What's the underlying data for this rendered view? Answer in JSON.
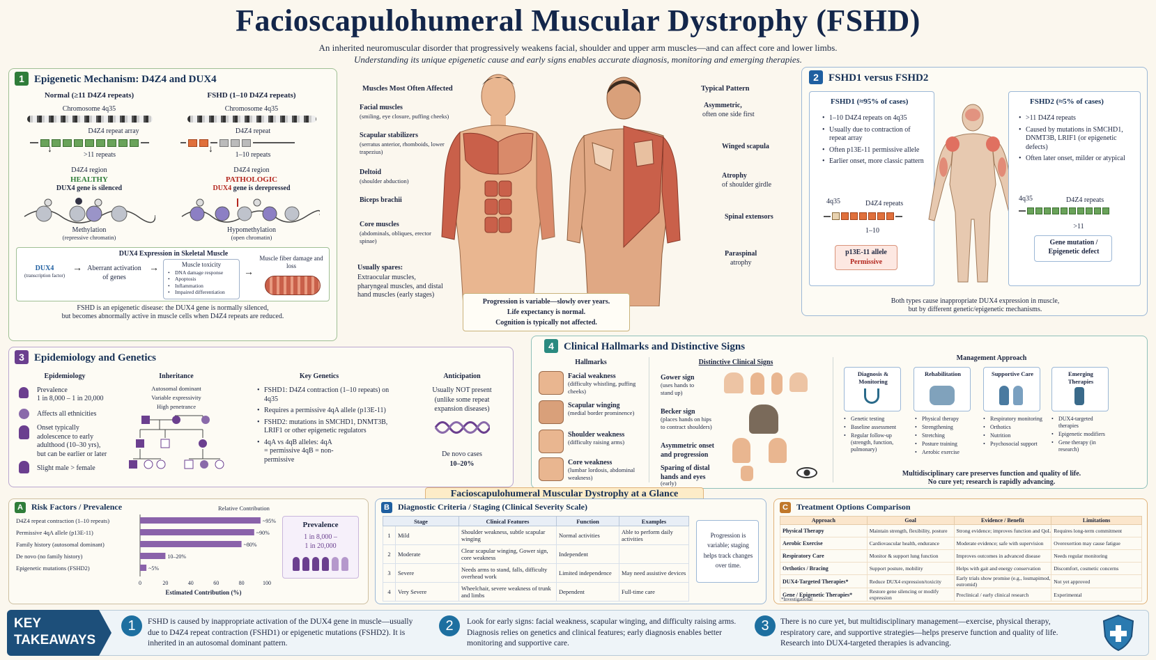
{
  "header": {
    "title": "Facioscapulohumeral Muscular Dystrophy (FSHD)",
    "subtitle_line1": "An inherited neuromuscular disorder that progressively weakens facial, shoulder and upper arm muscles—and can affect core and lower limbs.",
    "subtitle_line2": "Understanding its unique epigenetic cause and early signs enables accurate diagnosis, monitoring and emerging therapies."
  },
  "s1": {
    "num": "1",
    "title": "Epigenetic Mechanism: D4Z4 and DUX4",
    "normal": {
      "head": "Normal (≥11 D4Z4 repeats)",
      "chrom": "Chromosome 4q35",
      "array": "D4Z4 repeat array",
      "count": ">11 repeats",
      "region": "D4Z4 region",
      "state": "HEALTHY",
      "gene": "DUX4 gene is silenced",
      "meth": "Methylation",
      "meth_sub": "(repressive chromatin)"
    },
    "fshd": {
      "head": "FSHD (1–10 D4Z4 repeats)",
      "chrom": "Chromosome 4q35",
      "array": "D4Z4 repeat",
      "count": "1–10 repeats",
      "region": "D4Z4 region",
      "state": "PATHOLOGIC",
      "gene_a": "DUX4",
      "gene_b": " gene is derepressed",
      "meth": "Hypomethylation",
      "meth_sub": "(open chromatin)"
    },
    "expr": {
      "title": "DUX4 Expression in Skeletal Muscle",
      "dux4": "DUX4",
      "dux4_sub": "(transcription factor)",
      "aberrant": "Aberrant activation of genes",
      "tox": "Muscle toxicity",
      "tox_items": [
        "DNA damage response",
        "Apoptosis",
        "Inflammation",
        "Impaired differentiation"
      ],
      "fiber": "Muscle fiber damage and loss"
    },
    "note1": "FSHD is an epigenetic disease: the DUX4 gene is normally silenced,",
    "note2": "but becomes abnormally active in muscle cells when D4Z4 repeats are reduced."
  },
  "muscles": {
    "left_title": "Muscles Most Often Affected",
    "items": [
      {
        "name": "Facial muscles",
        "desc": "(smiling, eye closure, puffing cheeks)"
      },
      {
        "name": "Scapular stabilizers",
        "desc": "(serratus anterior, rhomboids, lower trapezius)"
      },
      {
        "name": "Deltoid",
        "desc": "(shoulder abduction)"
      },
      {
        "name": "Biceps brachii",
        "desc": ""
      },
      {
        "name": "Core muscles",
        "desc": "(abdominals, obliques, erector spinae)"
      }
    ],
    "spares": "Usually spares:",
    "spares_desc": "Extraocular muscles, pharyngeal muscles, and distal hand muscles (early stages)",
    "right_title": "Typical Pattern",
    "right_items": [
      {
        "name": "Asymmetric,",
        "desc": "often one side first"
      },
      {
        "name": "Winged scapula",
        "desc": ""
      },
      {
        "name": "Atrophy",
        "desc": "of shoulder girdle"
      },
      {
        "name": "Spinal extensors",
        "desc": ""
      },
      {
        "name": "Paraspinal",
        "desc": "atrophy"
      }
    ],
    "prog1": "Progression is variable—slowly over years.",
    "prog2": "Life expectancy is normal.",
    "prog3": "Cognition is typically not affected."
  },
  "s2": {
    "num": "2",
    "title": "FSHD1 versus FSHD2",
    "f1": {
      "head": "FSHD1 (≈95% of cases)",
      "items": [
        "1–10 D4Z4 repeats on 4q35",
        "Usually due to contraction of repeat array",
        "Often p13E-11 permissive allele",
        "Earlier onset, more classic pattern"
      ],
      "loc": "4q35",
      "rep": "D4Z4 repeats",
      "cnt": "1–10",
      "allele": "p13E-11 allele",
      "perm": "Permissive"
    },
    "f2": {
      "head": "FSHD2 (≈5% of cases)",
      "items": [
        ">11 D4Z4 repeats",
        "Caused by mutations in SMCHD1, DNMT3B, LRIF1 (or epigenetic defects)",
        "Often later onset, milder or atypical"
      ],
      "loc": "4q35",
      "rep": "D4Z4 repeats",
      "cnt": ">11",
      "defect": "Gene mutation / Epigenetic defect"
    },
    "note1": "Both types cause inappropriate DUX4 expression in muscle,",
    "note2": "but by different genetic/epigenetic mechanisms."
  },
  "s3": {
    "num": "3",
    "title": "Epidemiology and Genetics",
    "epi": {
      "head": "Epidemiology",
      "prev": "Prevalence",
      "prev_val": "1 in 8,000 – 1 in 20,000",
      "eth": "Affects all ethnicities",
      "onset": "Onset typically adolescence to early adulthood (10–30 yrs), but can be earlier or later",
      "sex": "Slight male > female"
    },
    "inh": {
      "head": "Inheritance",
      "l1": "Autosomal dominant",
      "l2": "Variable expressivity",
      "l3": "High penetrance"
    },
    "gen": {
      "head": "Key Genetics",
      "items": [
        "FSHD1: D4Z4 contraction (1–10 repeats) on 4q35",
        "Requires a permissive 4qA allele (p13E-11)",
        "FSHD2: mutations in SMCHD1, DNMT3B, LRIF1 or other epigenetic regulators",
        "4qA vs 4qB alleles: 4qA = permissive 4qB = non-permissive"
      ]
    },
    "ant": {
      "head": "Anticipation",
      "l1": "Usually NOT present",
      "l2": "(unlike some repeat expansion diseases)",
      "dn": "De novo cases",
      "dn_val": "10–20%"
    }
  },
  "s4": {
    "num": "4",
    "title": "Clinical Hallmarks and Distinctive Signs",
    "hall_head": "Hallmarks",
    "hallmarks": [
      {
        "name": "Facial weakness",
        "desc": "(difficulty whistling, puffing cheeks)"
      },
      {
        "name": "Scapular winging",
        "desc": "(medial border prominence)"
      },
      {
        "name": "Shoulder weakness",
        "desc": "(difficulty raising arms)"
      },
      {
        "name": "Core weakness",
        "desc": "(lumbar lordosis, abdominal weakness)"
      }
    ],
    "sign_head": "Distinctive Clinical Signs",
    "signs": [
      {
        "name": "Gower sign",
        "desc": "(uses hands to stand up)"
      },
      {
        "name": "Becker sign",
        "desc": "(places hands on hips to contract shoulders)"
      },
      {
        "name": "Asymmetric onset and progression",
        "desc": ""
      },
      {
        "name": "Sparing of distal hands and eyes",
        "desc": "(early)"
      }
    ],
    "mgmt_head": "Management Approach",
    "mgmt": [
      {
        "name": "Diagnosis & Monitoring",
        "items": [
          "Genetic testing",
          "Baseline assessment",
          "Regular follow-up (strength, function, pulmonary)"
        ]
      },
      {
        "name": "Rehabilitation",
        "items": [
          "Physical therapy",
          "Strengthening",
          "Stretching",
          "Posture training",
          "Aerobic exercise"
        ]
      },
      {
        "name": "Supportive Care",
        "items": [
          "Respiratory monitoring",
          "Orthotics",
          "Nutrition",
          "Psychosocial support"
        ]
      },
      {
        "name": "Emerging Therapies",
        "items": [
          "DUX4-targeted therapies",
          "Epigenetic modifiers",
          "Gene therapy (in research)"
        ]
      }
    ],
    "note1": "Multidisciplinary care preserves function and quality of life.",
    "note2": "No cure yet; research is rapidly advancing."
  },
  "glance": "Facioscapulohumeral Muscular Dystrophy at a Glance",
  "sA": {
    "letter": "A",
    "title": "Risk Factors / Prevalence",
    "rel": "Relative Contribution",
    "xlabel": "Estimated Contribution (%)",
    "prev_head": "Prevalence",
    "prev_val1": "1 in 8,000 –",
    "prev_val2": "1 in 20,000"
  },
  "chart_data": {
    "type": "bar",
    "title": "Risk Factors / Prevalence",
    "xlabel": "Estimated Contribution (%)",
    "categories": [
      "D4Z4 repeat contraction (1–10 repeats)",
      "Permissive 4qA allele (p13E-11)",
      "Family history (autosomal dominant)",
      "De novo (no family history)",
      "Epigenetic mutations (FSHD2)"
    ],
    "values": [
      95,
      90,
      80,
      20,
      5
    ],
    "value_labels": [
      "~95%",
      "~90%",
      "~80%",
      "10–20%",
      "~5%"
    ],
    "xlim": [
      0,
      100
    ],
    "ticks": [
      "0",
      "20",
      "40",
      "60",
      "80",
      "100"
    ]
  },
  "sB": {
    "letter": "B",
    "title": "Diagnostic Criteria / Staging (Clinical Severity Scale)",
    "headers": [
      "Stage",
      "Clinical Features",
      "Function",
      "Examples"
    ],
    "rows": [
      [
        "1",
        "Mild",
        "Shoulder weakness, subtle scapular winging",
        "Normal activities",
        "Able to perform daily activities"
      ],
      [
        "2",
        "Moderate",
        "Clear scapular winging, Gower sign, core weakness",
        "Independent",
        ""
      ],
      [
        "3",
        "Severe",
        "Needs arms to stand, falls, difficulty overhead work",
        "Limited independence",
        "May need assistive devices"
      ],
      [
        "4",
        "Very Severe",
        "Wheelchair, severe weakness of trunk and limbs",
        "Dependent",
        "Full-time care"
      ]
    ],
    "side": "Progression is variable; staging helps track changes over time."
  },
  "sC": {
    "letter": "C",
    "title": "Treatment Options Comparison",
    "headers": [
      "Approach",
      "Goal",
      "Evidence / Benefit",
      "Limitations"
    ],
    "rows": [
      [
        "Physical Therapy",
        "Maintain strength, flexibility, posture",
        "Strong evidence; improves function and QoL",
        "Requires long-term commitment"
      ],
      [
        "Aerobic Exercise",
        "Cardiovascular health, endurance",
        "Moderate evidence; safe with supervision",
        "Overexertion may cause fatigue"
      ],
      [
        "Respiratory Care",
        "Monitor & support lung function",
        "Improves outcomes in advanced disease",
        "Needs regular monitoring"
      ],
      [
        "Orthotics / Bracing",
        "Support posture, mobility",
        "Helps with gait and energy conservation",
        "Discomfort, cosmetic concerns"
      ],
      [
        "DUX4-Targeted Therapies*",
        "Reduce DUX4 expression/toxicity",
        "Early trials show promise (e.g., losmapimod, eutromid)",
        "Not yet approved"
      ],
      [
        "Gene / Epigenetic Therapies*",
        "Restore gene silencing or modify expression",
        "Preclinical / early clinical research",
        "Experimental"
      ]
    ],
    "foot": "*Investigational"
  },
  "takeaways": {
    "label1": "KEY",
    "label2": "TAKEAWAYS",
    "items": [
      {
        "n": "1",
        "text": "FSHD is caused by inappropriate activation of the DUX4 gene in muscle—usually due to D4Z4 repeat contraction (FSHD1) or epigenetic mutations (FSHD2). It is inherited in an autosomal dominant pattern."
      },
      {
        "n": "2",
        "text": "Look for early signs: facial weakness, scapular winging, and difficulty raising arms. Diagnosis relies on genetics and clinical features; early diagnosis enables better monitoring and supportive care."
      },
      {
        "n": "3",
        "text": "There is no cure yet, but multidisciplinary management—exercise, physical therapy, respiratory care, and supportive strategies—helps preserve function and quality of life. Research into DUX4-targeted therapies is advancing."
      }
    ]
  },
  "colors": {
    "green": "#2f7d3a",
    "blue": "#1f5fa0",
    "purple": "#6b3f8f",
    "teal": "#2a8a80",
    "orange": "#c0782a",
    "muscle": "#c9604a",
    "skin": "#e9b690",
    "navy": "#163055",
    "red": "#b3261e"
  }
}
